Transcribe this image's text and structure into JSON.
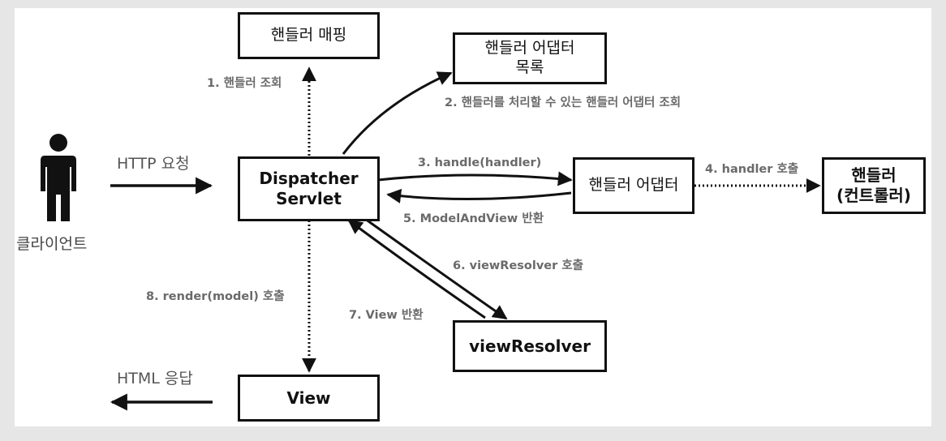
{
  "boxes": {
    "handler_mapping": "핸들러 매핑",
    "handler_adapter_list": "핸들러 어댑터\n목록",
    "dispatcher_servlet": "Dispatcher\nServlet",
    "handler_adapter": "핸들러 어댑터",
    "handler": "핸들러\n(컨트롤러)",
    "view_resolver": "viewResolver",
    "view": "View"
  },
  "labels": {
    "client": "클라이언트",
    "http_request": "HTTP 요청",
    "html_response": "HTML 응답",
    "step1": "1. 핸들러 조회",
    "step2": "2. 핸들러를 처리할 수 있는 핸들러 어댑터 조회",
    "step3": "3. handle(handler)",
    "step4": "4. handler 호출",
    "step5": "5. ModelAndView 반환",
    "step6": "6. viewResolver 호출",
    "step7": "7. View 반환",
    "step8": "8. render(model) 호출"
  },
  "icons": {
    "client": "person-icon"
  },
  "colors": {
    "line": "#111111",
    "label": "#6a6a6a"
  }
}
